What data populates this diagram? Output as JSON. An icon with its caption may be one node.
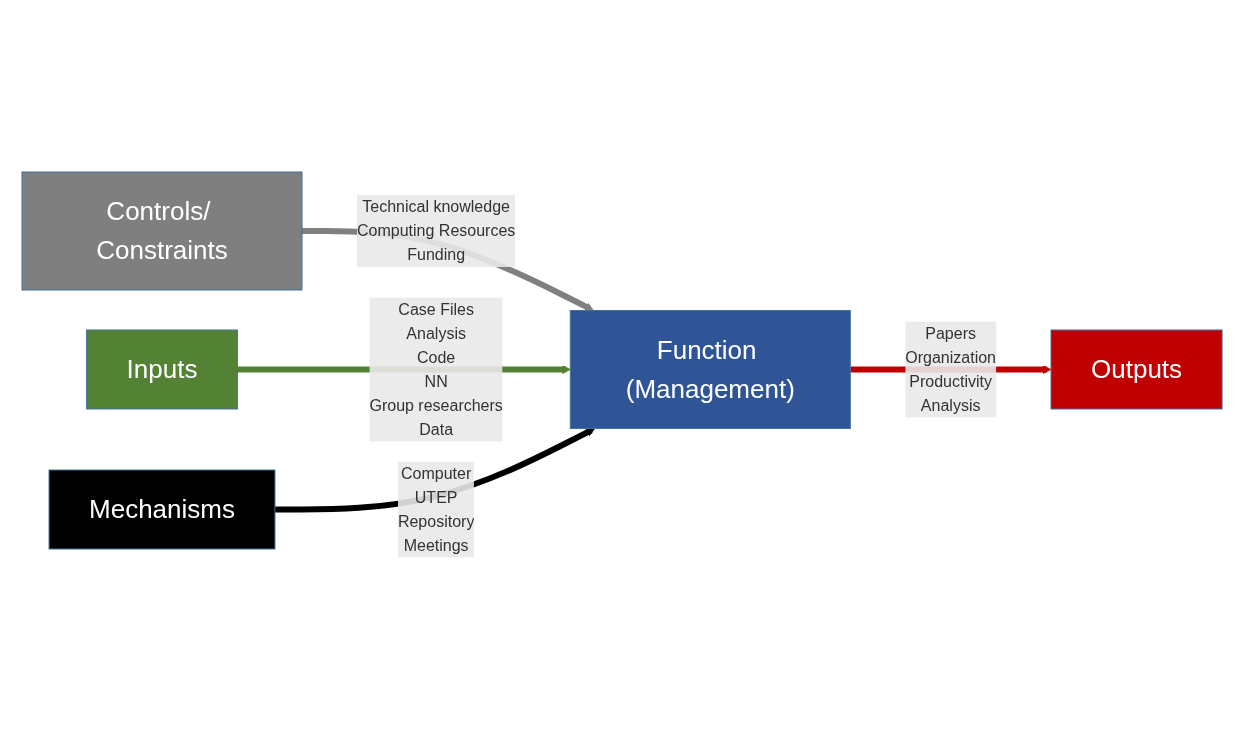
{
  "diagram": {
    "nodes": [
      {
        "text": [
          "Controls/ Constraints"
        ],
        "beside": [
          "Technical knowledge",
          "Computing Resources",
          "Funding"
        ]
      },
      {
        "text": [
          "Inputs"
        ],
        "beside": [
          "Case Files",
          "Analysis",
          "Code",
          "NN",
          "Group researchers",
          "Data"
        ]
      },
      {
        "text": [
          "Function (Management)"
        ]
      },
      {
        "text": [
          "Outputs"
        ],
        "beside": [
          "Papers",
          "Organization",
          "Productivity",
          "Analysis"
        ]
      },
      {
        "text": [
          "Mechanisms"
        ],
        "beside": [
          "Computer",
          "UTEP",
          "Repository",
          "Meetings"
        ]
      }
    ],
    "edges": [
      {
        "from": 0,
        "to": 2,
        "arrow": "to",
        "color": "#808080"
      },
      {
        "from": 1,
        "to": 2,
        "arrow": "to",
        "color": "#548235"
      },
      {
        "from": 2,
        "to": 3,
        "arrow": "to",
        "color": "#c00000"
      },
      {
        "from": 4,
        "to": 2,
        "arrow": "to",
        "color": "#000000"
      }
    ]
  }
}
